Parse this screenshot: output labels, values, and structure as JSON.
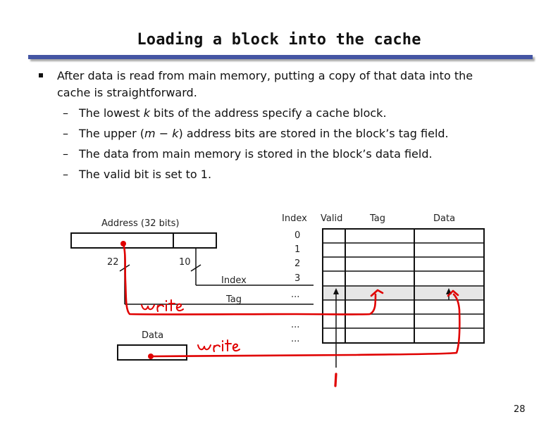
{
  "slide": {
    "title": "Loading a block into the cache",
    "page_number": "28"
  },
  "bullets": {
    "main_line1": "After data is read from main memory, putting a copy of that data into the",
    "main_line2": "cache is straightforward.",
    "sub": [
      {
        "pre": "The lowest ",
        "var": "k",
        "post": " bits of the address specify a cache block."
      },
      {
        "pre": "The upper (",
        "var": "m",
        "mid": " − ",
        "var2": "k",
        "post": ") address bits are stored in the block’s tag field."
      },
      {
        "pre": "The data from main memory is stored in the block’s data field.",
        "var": "",
        "post": ""
      },
      {
        "pre": "The valid bit is set to 1.",
        "var": "",
        "post": ""
      }
    ]
  },
  "diagram": {
    "address_label": "Address (32 bits)",
    "field_left_bits": "22",
    "field_right_bits": "10",
    "index_arrow_label": "Index",
    "tag_arrow_label": "Tag",
    "data_label": "Data",
    "table_headers": {
      "index": "Index",
      "valid": "Valid",
      "tag": "Tag",
      "data": "Data"
    },
    "index_values": [
      "0",
      "1",
      "2",
      "3",
      "...",
      "...",
      "..."
    ],
    "highlight_color": "#e6e6e6",
    "annotation_color": "#e00000",
    "handwritten_notes": [
      "write",
      "write"
    ]
  }
}
